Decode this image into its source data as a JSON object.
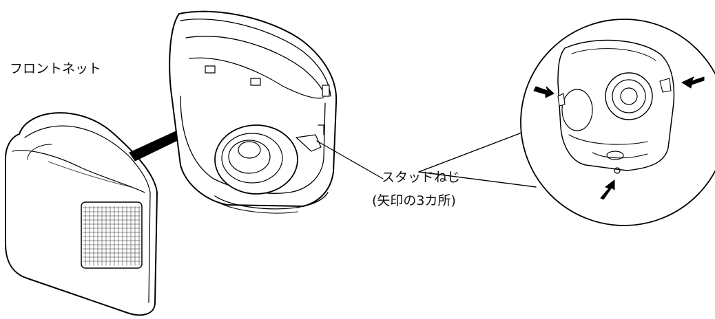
{
  "labels": {
    "front_net": "フロントネット",
    "stud_screw": "スタッドねじ",
    "stud_screw_note": "(矢印の3カ所)"
  },
  "colors": {
    "line": "#000000",
    "fill": "#ffffff",
    "arrow": "#000000"
  },
  "icons": {
    "push_arrow": "large-black-arrow-icon",
    "marker_arrow": "small-black-arrow-icon"
  }
}
